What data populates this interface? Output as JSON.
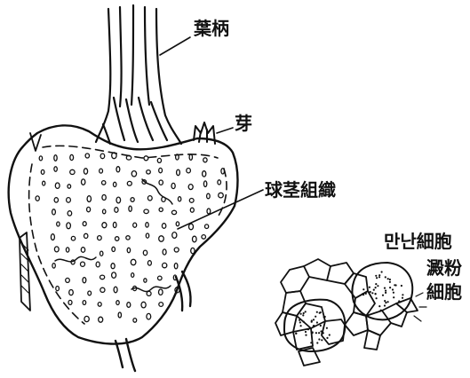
{
  "labels": {
    "petiole": "葉柄",
    "bud": "芽",
    "tuber_tissue": "球茎組織",
    "cell_type_1": "만난細胞",
    "cell_type_2_line1": "澱粉",
    "cell_type_2_line2": "細胞"
  }
}
